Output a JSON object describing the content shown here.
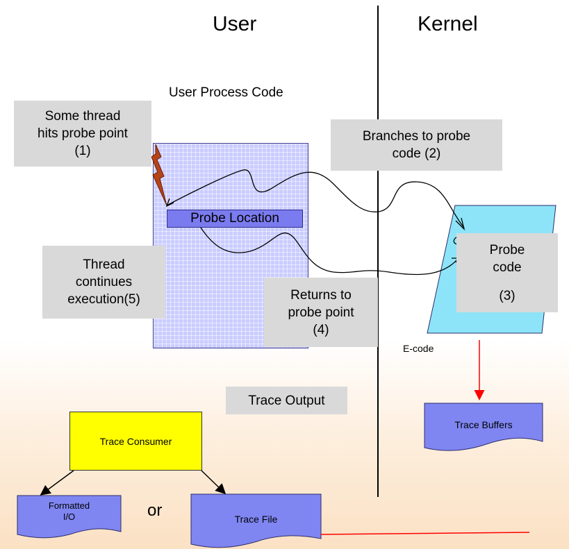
{
  "headings": {
    "user": "User",
    "kernel": "Kernel"
  },
  "labels": {
    "user_process_code": "User Process Code",
    "probe_location": "Probe Location",
    "e_code": "E-code",
    "trace_output": "Trace Output",
    "or": "or"
  },
  "callouts": {
    "hit": [
      "Some thread",
      "hits probe point",
      "(1)"
    ],
    "branch": [
      "Branches to probe",
      "code (2)"
    ],
    "probe_code": [
      "Probe",
      "code",
      "(3)"
    ],
    "returns": [
      "Returns to",
      "probe point",
      "(4)"
    ],
    "continues": [
      "Thread",
      "continues",
      "execution(5)"
    ]
  },
  "boxes": {
    "trace_buffers": "Trace Buffers",
    "trace_consumer": "Trace Consumer",
    "formatted_io": [
      "Formatted",
      "I/O"
    ],
    "trace_file": "Trace File"
  },
  "colors": {
    "code_area": "#c9ccff",
    "probe_location": "#7b7bf0",
    "ecode_area": "#8de4f8",
    "callout_gray": "#d9d9d9",
    "consumer_yellow": "#ffff00",
    "document_blue": "#7f86f2",
    "arrow_red": "#ff0000",
    "lightning": "#b54418"
  }
}
